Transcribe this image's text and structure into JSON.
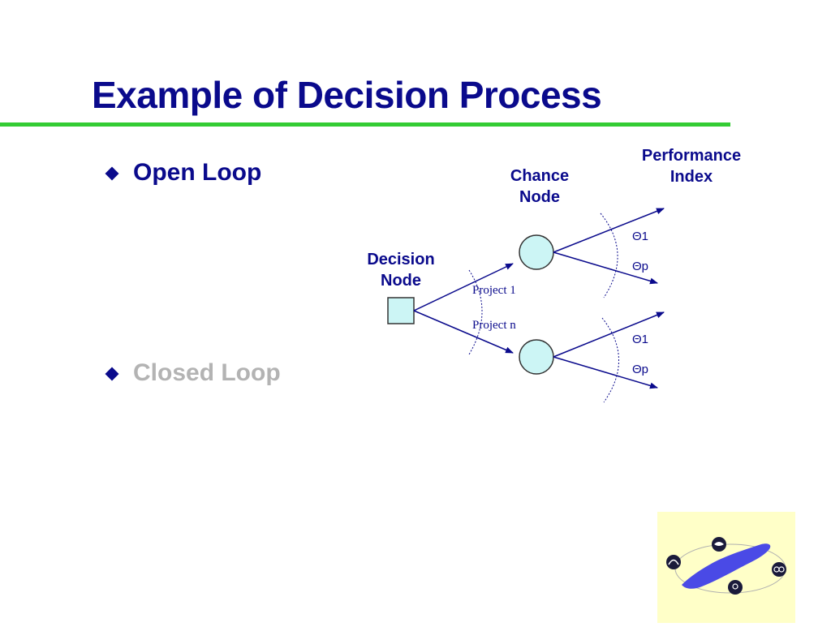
{
  "slide": {
    "title": "Example of Decision Process"
  },
  "bullets": [
    {
      "label": "Open Loop",
      "state": "active"
    },
    {
      "label": "Closed Loop",
      "state": "dimmed"
    }
  ],
  "diagram": {
    "labels": {
      "performance_line1": "Performance",
      "performance_line2": "Index",
      "chance_line1": "Chance",
      "chance_line2": "Node",
      "decision_line1": "Decision",
      "decision_line2": "Node"
    },
    "branches": {
      "project_top": "Project 1",
      "project_bottom": "Project n"
    },
    "outcomes": {
      "top_first": "Θ1",
      "top_last": "Θp",
      "bottom_first": "Θ1",
      "bottom_last": "Θp"
    },
    "colors": {
      "node_fill": "#ccf5f5",
      "line": "#0a0a8c",
      "title": "#0a0a8c",
      "rule": "#33cc33",
      "logo_bg": "#ffffc8",
      "lake": "#4a4ae6"
    }
  },
  "logo": {
    "icon": "lake-erie-logo-icon"
  }
}
